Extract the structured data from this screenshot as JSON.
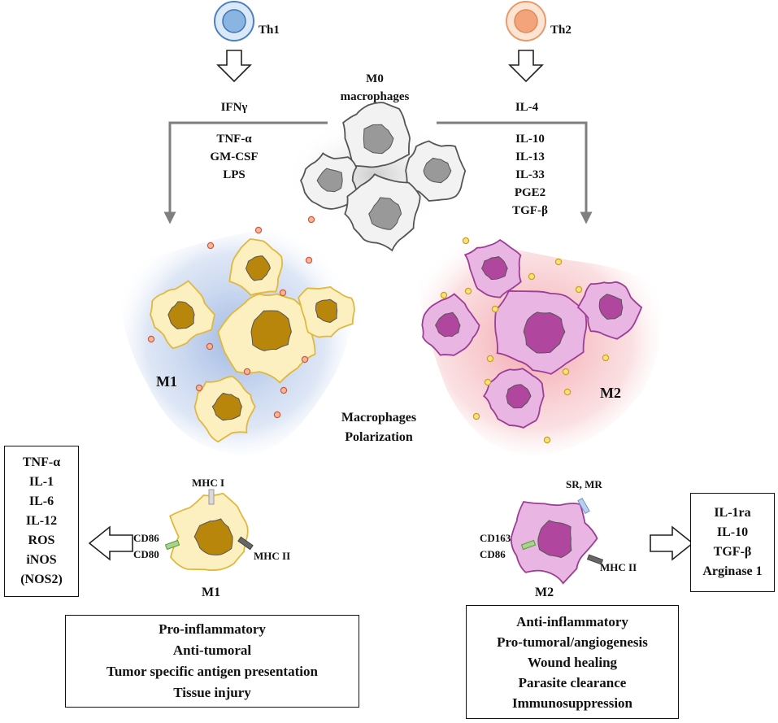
{
  "top": {
    "th1": "Th1",
    "th2": "Th2",
    "m0": [
      "M0",
      "macrophages"
    ],
    "th1_signal": "IFNγ",
    "th2_signal": "IL-4"
  },
  "left_inducers": [
    "TNF-α",
    "GM-CSF",
    "LPS"
  ],
  "right_inducers": [
    "IL-10",
    "IL-13",
    "IL-33",
    "PGE2",
    "TGF-β"
  ],
  "center": {
    "m1": "M1",
    "m2": "M2",
    "polarization": [
      "Macrophages",
      "Polarization"
    ]
  },
  "m1_cell": {
    "label": "M1",
    "mhc1": "MHC I",
    "mhc2": "MHC II",
    "cd86": "CD86",
    "cd80": "CD80",
    "secreted": [
      "TNF-α",
      "IL-1",
      "IL-6",
      "IL-12",
      "ROS",
      "iNOS",
      "(NOS2)"
    ],
    "functions": [
      "Pro-inflammatory",
      "Anti-tumoral",
      "Tumor specific antigen presentation",
      "Tissue injury"
    ]
  },
  "m2_cell": {
    "label": "M2",
    "sr_mr": "SR, MR",
    "mhc2": "MHC II",
    "cd163": "CD163",
    "cd86": "CD86",
    "secreted": [
      "IL-1ra",
      "IL-10",
      "TGF-β",
      "Arginase 1"
    ],
    "functions": [
      "Anti-inflammatory",
      "Pro-tumoral/angiogenesis",
      "Wound healing",
      "Parasite clearance",
      "Immunosuppression"
    ]
  },
  "colors": {
    "m1_fill": "#fdf0c0",
    "m1_stroke": "#e0b840",
    "m1_nucleus": "#b8860b",
    "m2_fill": "#e9b6e3",
    "m2_stroke": "#9c3d96",
    "m2_nucleus": "#b0469e",
    "m0_fill": "#f2f2f2",
    "m0_nucleus": "#999999",
    "arrow": "#7f7f7f",
    "m1_bg": "#b9cbe9",
    "m2_bg": "#f3b2b5"
  }
}
